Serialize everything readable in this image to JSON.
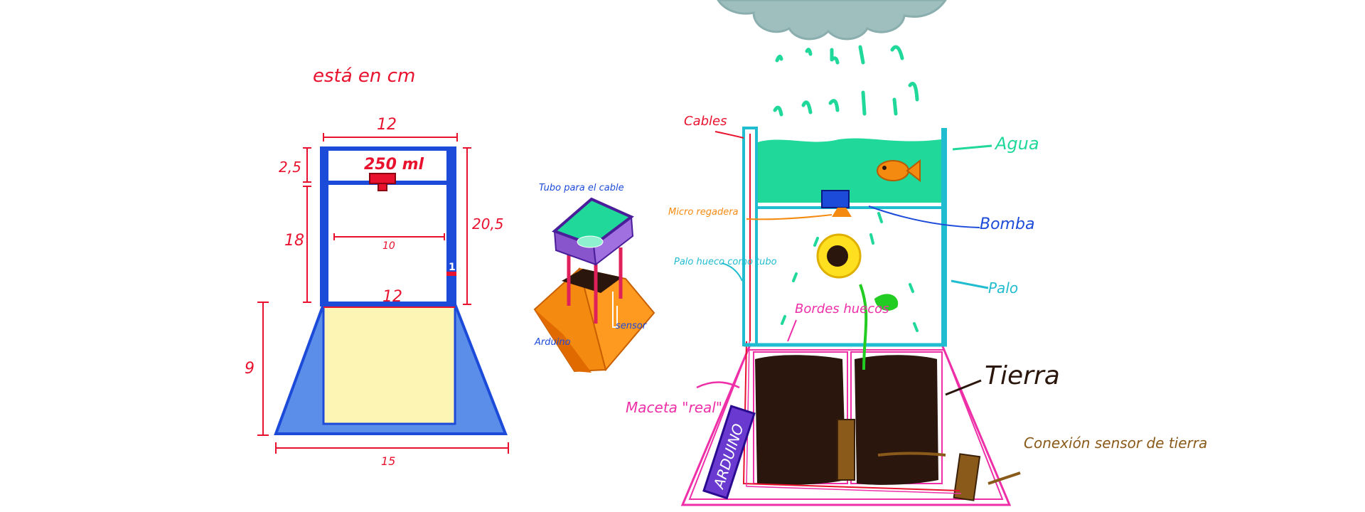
{
  "note": {
    "units": "está en cm"
  },
  "front_view": {
    "top_width": "12",
    "top_height": "2,5",
    "volume": "250 ml",
    "middle_height": "18",
    "inner_width": "10",
    "right_height": "20,5",
    "wall_thickness": "1",
    "base_width": "12",
    "base_height": "9",
    "bottom_width": "15"
  },
  "iso_view": {
    "tube_label": "Tubo para el cable",
    "arduino_label": "Arduino",
    "sensor_label": "sensor"
  },
  "cutaway": {
    "cables": "Cables",
    "agua": "Agua",
    "micro_regadera": "Micro regadera",
    "bomba": "Bomba",
    "palo_hueco": "Palo hueco como tubo",
    "palo": "Palo",
    "bordes_huecos": "Bordes huecos",
    "tierra": "Tierra",
    "maceta_real": "Maceta \"real\"",
    "arduino": "ARDUINO",
    "conexion_sensor": "Conexión sensor de tierra"
  },
  "colors": {
    "dimension_red": "#e8122e",
    "frame_blue": "#1d4bd9",
    "water_green": "#1fd89a",
    "cyan": "#20bcd0",
    "magenta": "#ee2fa8",
    "orange": "#f58a10",
    "soil": "#2a160c",
    "sensor_brown": "#8a5a1a",
    "cloud": "#9fbfbf",
    "sand": "#fdf5b4",
    "base_blue": "#5a8ee8"
  }
}
